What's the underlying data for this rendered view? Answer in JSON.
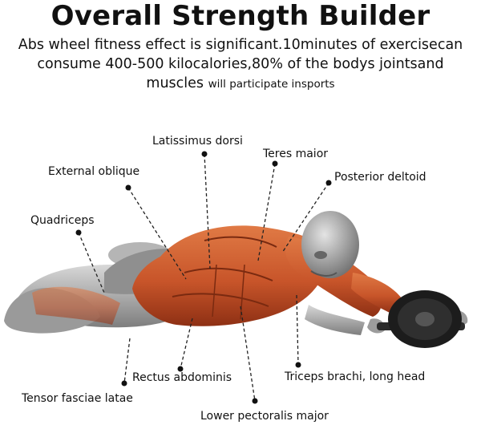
{
  "title": "Overall Strength Builder",
  "subtitle": {
    "line1": "Abs wheel fitness effect is significant.10minutes of exercisecan",
    "line2": "consume 400-500 kilocalories,80% of the bodys jointsand",
    "line3_main": "muscles",
    "line3_small": "will participate insports"
  },
  "labels": {
    "latissimus_dorsi": "Latissimus dorsi",
    "teres_maior": "Teres maior",
    "external_oblique": "External oblique",
    "posterior_deltoid": "Posterior deltoid",
    "quadriceps": "Quadriceps",
    "rectus_abdominis": "Rectus abdominis",
    "triceps_brachi": "Triceps brachi, long head",
    "tensor_fasciae_latae": "Tensor fasciae latae",
    "lower_pectoralis_major": "Lower pectoralis major"
  },
  "colors": {
    "muscle": "#c8552a",
    "muscle_dark": "#8e3014",
    "skin_grey": "#a9a9a9",
    "wheel": "#1c1c1c"
  }
}
